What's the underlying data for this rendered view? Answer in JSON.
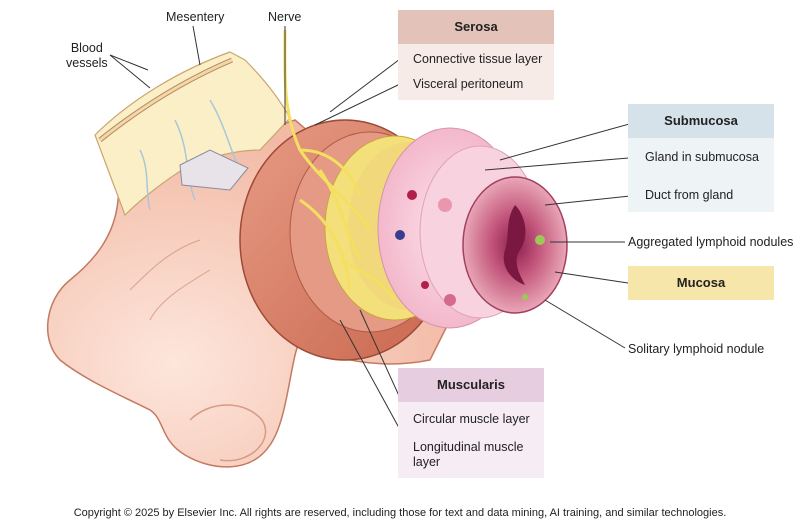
{
  "labels": {
    "blood_vessels": "Blood\nvessels",
    "mesentery": "Mesentery",
    "nerve": "Nerve"
  },
  "serosa": {
    "title": "Serosa",
    "items": [
      "Connective tissue layer",
      "Visceral peritoneum"
    ]
  },
  "submucosa": {
    "title": "Submucosa",
    "items": [
      "Gland in submucosa",
      "Duct from gland"
    ]
  },
  "mucosa": {
    "title": "Mucosa",
    "items": [
      "Aggregated lymphoid nodules",
      "Solitary lymphoid nodule"
    ]
  },
  "muscularis": {
    "title": "Muscularis",
    "items": [
      "Circular muscle layer",
      "Longitudinal muscle\nlayer"
    ]
  },
  "copyright": "Copyright © 2025 by Elsevier Inc. All rights are reserved, including those for text and data mining, AI training, and similar technologies.",
  "colors": {
    "serosa_title_bg": "#e3c3b9",
    "serosa_panel_bg": "#f6ebe6",
    "submucosa_title_bg": "#d5e2ea",
    "submucosa_panel_bg": "#eef3f6",
    "mucosa_bg": "#f6e6aa",
    "muscularis_title_bg": "#e6cde0",
    "muscularis_panel_bg": "#f6ecf3",
    "muscle": "#dd8870",
    "nerve": "#f4e27a",
    "submucosa_tissue": "#f7c9d6",
    "mucosa_tissue": "#c2547a"
  }
}
